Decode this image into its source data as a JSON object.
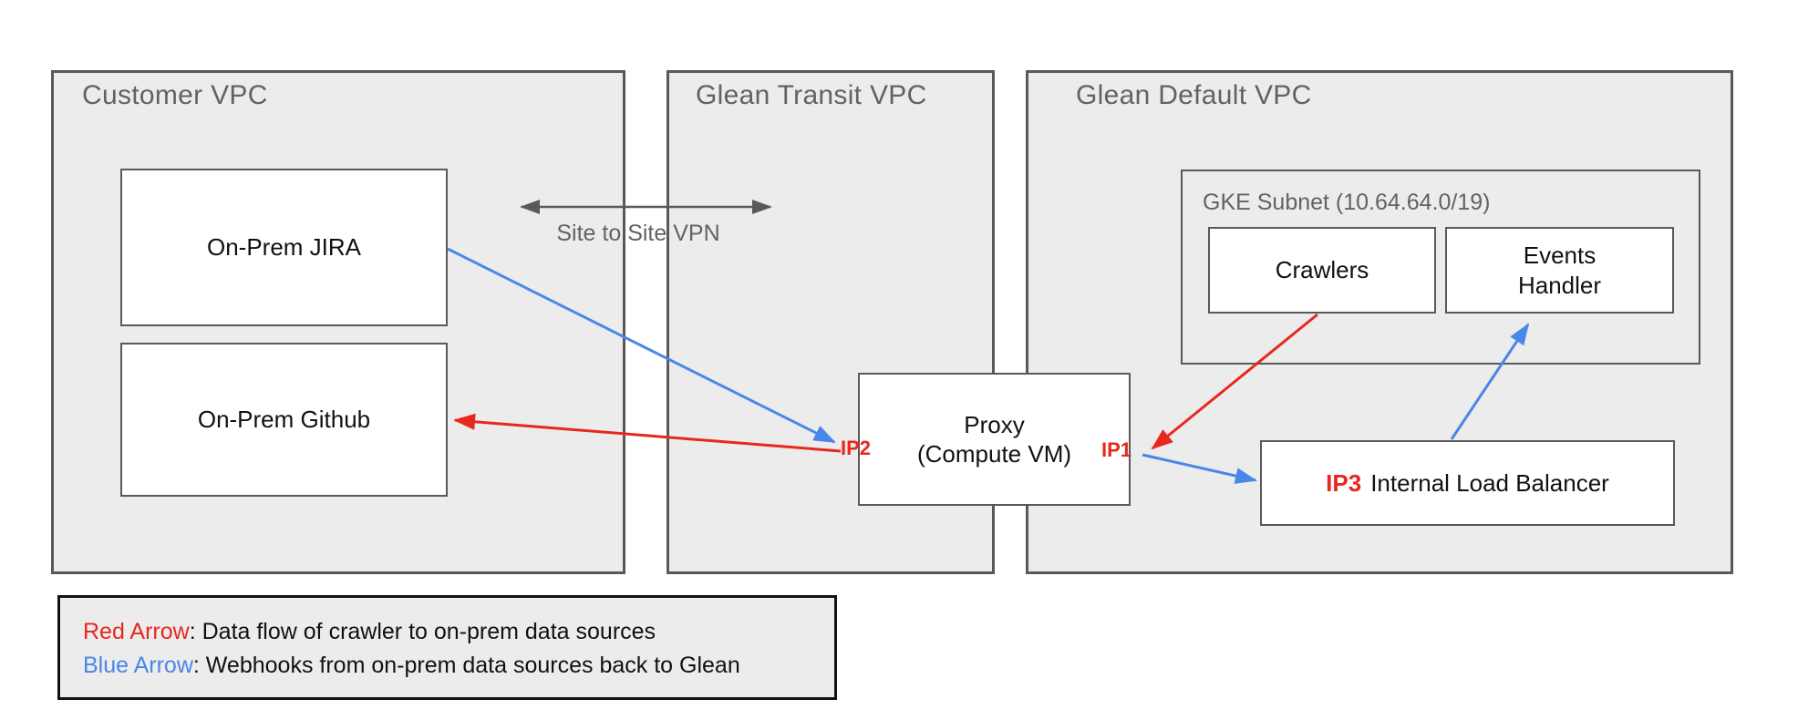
{
  "diagram": {
    "vpcs": {
      "customer": {
        "title": "Customer VPC"
      },
      "transit": {
        "title": "Glean Transit VPC"
      },
      "default_vpc": {
        "title": "Glean Default VPC"
      }
    },
    "nodes": {
      "jira": {
        "label": "On-Prem JIRA"
      },
      "github": {
        "label": "On-Prem Github"
      },
      "gke_subnet": {
        "label": "GKE Subnet (10.64.64.0/19)"
      },
      "crawlers": {
        "label": "Crawlers"
      },
      "events_handler": {
        "lines": [
          "Events",
          "Handler"
        ]
      },
      "proxy": {
        "lines": [
          "Proxy",
          "(Compute VM)"
        ]
      },
      "load_balancer": {
        "ip": "IP3",
        "label": "Internal Load Balancer"
      }
    },
    "ip_labels": {
      "ip1": "IP1",
      "ip2": "IP2"
    },
    "vpn": {
      "label": "Site to Site VPN"
    },
    "legend": {
      "red_term": "Red Arrow",
      "red_desc": ": Data flow of crawler to on-prem data sources",
      "blue_term": "Blue Arrow",
      "blue_desc": ": Webhooks from on-prem data sources back to Glean"
    },
    "colors": {
      "red": "#e8271d",
      "blue": "#4a86e8",
      "gray_border": "#595959",
      "gray_fill": "#ececec",
      "gray_text": "#5f6368"
    }
  }
}
